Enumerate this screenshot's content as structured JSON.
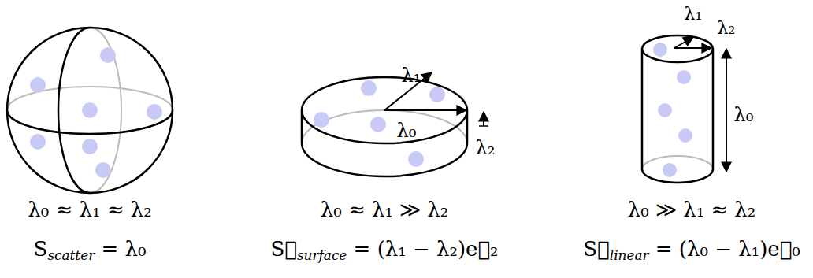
{
  "diagram": {
    "labels": [
      "λ₁",
      "λ₀",
      "λ₂",
      "λ₁",
      "λ₂",
      "λ₀",
      "λ₀ ≈ λ₁ ≈ λ₂",
      "Sscatter = λ₀",
      "λ₀ ≈ λ₁ ≫ λ₂",
      "S⃗surface = (λ₁ − λ₂)e⃗₂",
      "λ₀ ≫ λ₁ ≈ λ₂",
      "S⃗linear = (λ₀ − λ₁)e⃗₀"
    ]
  }
}
